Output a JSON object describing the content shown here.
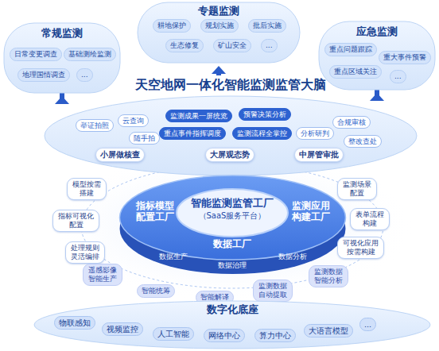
{
  "diagram": {
    "nodes": [
      {
        "text": [
          "常规监测"
        ]
      },
      {
        "text": [
          "日常变更调查"
        ],
        "in": 0
      },
      {
        "text": [
          "基础测绘监测"
        ],
        "in": 0
      },
      {
        "text": [
          "地理国情调查"
        ],
        "in": 0
      },
      {
        "text": [
          "..."
        ],
        "in": 0
      },
      {
        "text": [
          "专题监测"
        ]
      },
      {
        "text": [
          "耕地保护"
        ],
        "in": 5
      },
      {
        "text": [
          "规划实施"
        ],
        "in": 5
      },
      {
        "text": [
          "批后实施"
        ],
        "in": 5
      },
      {
        "text": [
          "生态修复"
        ],
        "in": 5
      },
      {
        "text": [
          "矿山安全"
        ],
        "in": 5
      },
      {
        "text": [
          "..."
        ],
        "in": 5
      },
      {
        "text": [
          "应急监测"
        ]
      },
      {
        "text": [
          "重点问题跟踪"
        ],
        "in": 12
      },
      {
        "text": [
          "重大事件预警"
        ],
        "in": 12
      },
      {
        "text": [
          "重点区域关注"
        ],
        "in": 12
      },
      {
        "text": [
          "..."
        ],
        "in": 12
      },
      {
        "text": [
          "天空地网一体化智能监测监管大脑"
        ]
      },
      {
        "text": [
          "举证拍照"
        ],
        "in": 17
      },
      {
        "text": [
          "云查询"
        ],
        "in": 17
      },
      {
        "text": [
          "随手拍"
        ],
        "in": 17
      },
      {
        "text": [
          "小屏做核查"
        ],
        "in": 17
      },
      {
        "text": [
          "监测成果一屏统览"
        ],
        "in": 17
      },
      {
        "text": [
          "预警决策分析"
        ],
        "in": 17
      },
      {
        "text": [
          "重点事件指挥调度"
        ],
        "in": 17
      },
      {
        "text": [
          "监测流程全掌控"
        ],
        "in": 17
      },
      {
        "text": [
          "大屏观态势"
        ],
        "in": 17
      },
      {
        "text": [
          "分析研判"
        ],
        "in": 17
      },
      {
        "text": [
          "合规审核"
        ],
        "in": 17
      },
      {
        "text": [
          "整改查处"
        ],
        "in": 17
      },
      {
        "text": [
          "中屏管审批"
        ],
        "in": 17
      },
      {
        "text": [
          "智能监测监管工厂",
          "（SaaS服务平台）",
          "指标模型配置工厂",
          "监测应用构建工厂",
          "数据工厂",
          "数据生产",
          "数据治理",
          "数据分析"
        ]
      },
      {
        "text": [
          "模型按需搭建"
        ]
      },
      {
        "text": [
          "指标可视化配置"
        ]
      },
      {
        "text": [
          "处理规则灵活编排"
        ]
      },
      {
        "text": [
          "监测场景配置"
        ]
      },
      {
        "text": [
          "表单流程构建"
        ]
      },
      {
        "text": [
          "可视化应用按需构建"
        ]
      },
      {
        "text": [
          "遥感影像智能生产"
        ]
      },
      {
        "text": [
          "智能统筹"
        ]
      },
      {
        "text": [
          "智能解译"
        ]
      },
      {
        "text": [
          "监测数据自动提取"
        ]
      },
      {
        "text": [
          "监测数据智能分析"
        ]
      },
      {
        "text": [
          "数字化底座"
        ]
      },
      {
        "text": [
          "物联感知"
        ],
        "in": 43
      },
      {
        "text": [
          "视频监控"
        ],
        "in": 43
      },
      {
        "text": [
          "人工智能"
        ],
        "in": 43
      },
      {
        "text": [
          "网络中心"
        ],
        "in": 43
      },
      {
        "text": [
          "算力中心"
        ],
        "in": 43
      },
      {
        "text": [
          "大语言模型"
        ],
        "in": 43
      },
      {
        "text": [
          "..."
        ],
        "in": 43
      }
    ],
    "edges": [
      {
        "from": 17,
        "to": 0,
        "arrow": "to"
      },
      {
        "from": 17,
        "to": 5,
        "arrow": "to"
      },
      {
        "from": 17,
        "to": 12,
        "arrow": "to"
      }
    ]
  }
}
